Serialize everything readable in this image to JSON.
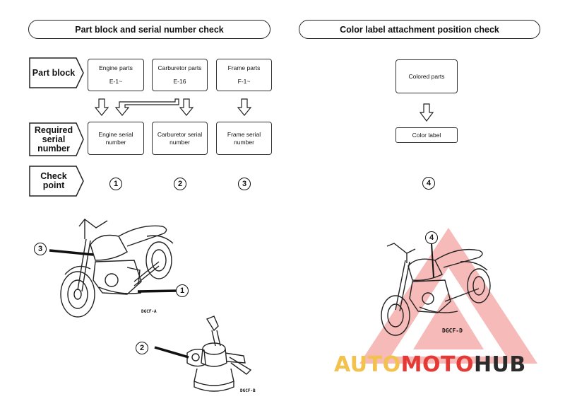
{
  "headers": {
    "left": "Part block and serial number check",
    "right": "Color label attachment position check"
  },
  "rows": {
    "part_block": "Part block",
    "required_serial": "Required serial number",
    "check_point": "Check point"
  },
  "part_blocks": [
    {
      "name": "Engine parts",
      "code": "E-1~"
    },
    {
      "name": "Carburetor parts",
      "code": "E-16"
    },
    {
      "name": "Frame parts",
      "code": "F-1~"
    }
  ],
  "serial_numbers": [
    "Engine serial number",
    "Carburetor serial number",
    "Frame serial number"
  ],
  "check_points": [
    "1",
    "2",
    "3",
    "4"
  ],
  "color_check": {
    "colored_parts": "Colored parts",
    "color_label": "Color label"
  },
  "figure_codes": {
    "motorcycle": "DGCF-A",
    "carburetor": "DGCF-B",
    "color_bike": "DGCF-D"
  },
  "watermark": {
    "part1": "AUTO",
    "part2": "MOTO",
    "part3": "HUB",
    "color1": "#f2c14e",
    "color2": "#e53935",
    "color3": "#2b2b2b"
  }
}
